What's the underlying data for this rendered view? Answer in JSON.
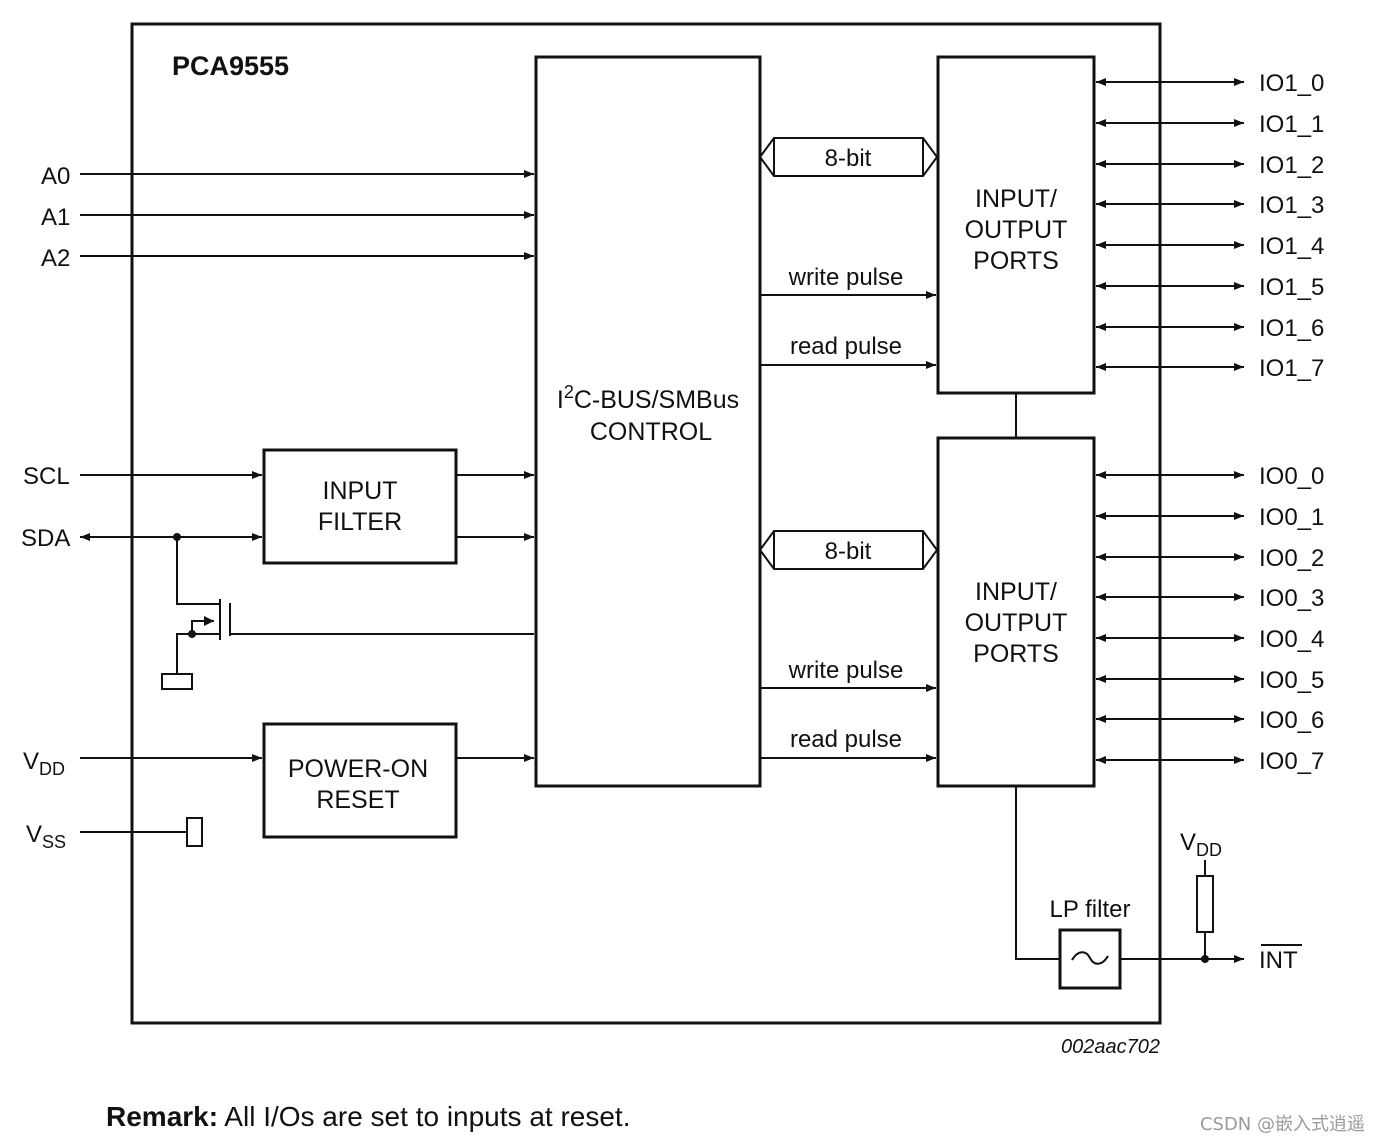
{
  "title": "PCA9555",
  "code": "002aac702",
  "inputs": {
    "a0": "A0",
    "a1": "A1",
    "a2": "A2",
    "scl": "SCL",
    "sda": "SDA",
    "vdd_main": "V",
    "vdd_sub": "DD",
    "vss_main": "V",
    "vss_sub": "SS"
  },
  "blocks": {
    "input_filter": [
      "INPUT",
      "FILTER"
    ],
    "power_on_reset": [
      "POWER-ON",
      "RESET"
    ],
    "i2c_control": {
      "line1_a": "I",
      "line1_sup": "2",
      "line1_b": "C-BUS/SMBus",
      "line2": "CONTROL"
    },
    "io_ports_1": [
      "INPUT/",
      "OUTPUT",
      "PORTS"
    ],
    "io_ports_0": [
      "INPUT/",
      "OUTPUT",
      "PORTS"
    ],
    "lp_filter": "LP filter"
  },
  "signals": {
    "bus_upper": "8-bit",
    "write_upper": "write pulse",
    "read_upper": "read pulse",
    "bus_lower": "8-bit",
    "write_lower": "write pulse",
    "read_lower": "read pulse"
  },
  "pins_port1": [
    "IO1_0",
    "IO1_1",
    "IO1_2",
    "IO1_3",
    "IO1_4",
    "IO1_5",
    "IO1_6",
    "IO1_7"
  ],
  "pins_port0": [
    "IO0_0",
    "IO0_1",
    "IO0_2",
    "IO0_3",
    "IO0_4",
    "IO0_5",
    "IO0_6",
    "IO0_7"
  ],
  "int": {
    "vdd_main": "V",
    "vdd_sub": "DD",
    "label": "INT"
  },
  "remark": {
    "bold": "Remark:",
    "text": " All I/Os are set to inputs at reset."
  },
  "watermark": "CSDN @嵌入式逍遥"
}
